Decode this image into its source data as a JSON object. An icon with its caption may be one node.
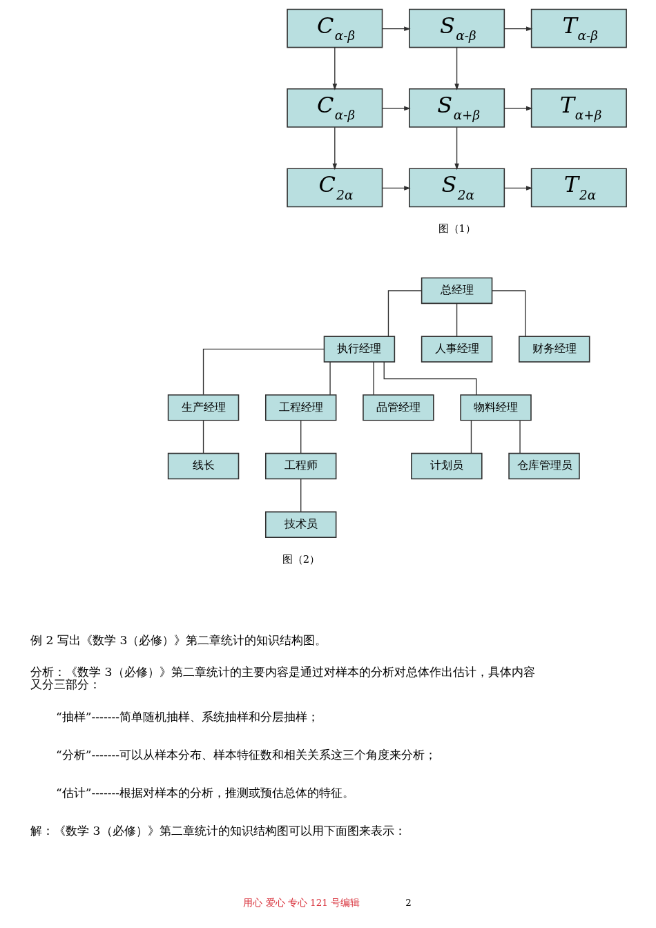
{
  "diagram": {
    "nodes": [
      {
        "text": [
          "C$_{α-β}$"
        ]
      },
      {
        "text": [
          "S$_{α-β}$"
        ]
      },
      {
        "text": [
          "T$_{α-β}$"
        ]
      },
      {
        "text": [
          "C$_{α-β}$"
        ]
      },
      {
        "text": [
          "S$_{α+β}$"
        ]
      },
      {
        "text": [
          "T$_{α+β}$"
        ]
      },
      {
        "text": [
          "C$_{2α}$"
        ]
      },
      {
        "text": [
          "S$_{2α}$"
        ]
      },
      {
        "text": [
          "T$_{2α}$"
        ]
      },
      {
        "text": [
          "总经理"
        ]
      },
      {
        "text": [
          "执行经理"
        ]
      },
      {
        "text": [
          "人事经理"
        ]
      },
      {
        "text": [
          "财务经理"
        ]
      },
      {
        "text": [
          "生产经理"
        ]
      },
      {
        "text": [
          "工程经理"
        ]
      },
      {
        "text": [
          "品管经理"
        ]
      },
      {
        "text": [
          "物料经理"
        ]
      },
      {
        "text": [
          "线长"
        ]
      },
      {
        "text": [
          "工程师"
        ]
      },
      {
        "text": [
          "计划员"
        ]
      },
      {
        "text": [
          "仓库管理员"
        ]
      },
      {
        "text": [
          "技术员"
        ]
      }
    ],
    "edges": [
      {
        "from": 0,
        "to": 1,
        "arrow": "to"
      },
      {
        "from": 1,
        "to": 2,
        "arrow": "to"
      },
      {
        "from": 0,
        "to": 3,
        "arrow": "to"
      },
      {
        "from": 1,
        "to": 4,
        "arrow": "to"
      },
      {
        "from": 3,
        "to": 4,
        "arrow": "to"
      },
      {
        "from": 4,
        "to": 5,
        "arrow": "to"
      },
      {
        "from": 3,
        "to": 6,
        "arrow": "to"
      },
      {
        "from": 4,
        "to": 7,
        "arrow": "to"
      },
      {
        "from": 6,
        "to": 7,
        "arrow": "to"
      },
      {
        "from": 7,
        "to": 8,
        "arrow": "to"
      },
      {
        "from": 9,
        "to": 10,
        "arrow": "none"
      },
      {
        "from": 9,
        "to": 11,
        "arrow": "none"
      },
      {
        "from": 9,
        "to": 12,
        "arrow": "none"
      },
      {
        "from": 10,
        "to": 13,
        "arrow": "none"
      },
      {
        "from": 10,
        "to": 14,
        "arrow": "none"
      },
      {
        "from": 10,
        "to": 15,
        "arrow": "none"
      },
      {
        "from": 10,
        "to": 16,
        "arrow": "none"
      },
      {
        "from": 13,
        "to": 17,
        "arrow": "none"
      },
      {
        "from": 14,
        "to": 18,
        "arrow": "none"
      },
      {
        "from": 18,
        "to": 21,
        "arrow": "none"
      },
      {
        "from": 16,
        "to": 19,
        "arrow": "none"
      },
      {
        "from": 16,
        "to": 20,
        "arrow": "none"
      }
    ],
    "labels": [
      "图（1）",
      "图（2）",
      "例 2 写出《数学 3（必修）》第二章统计的知识结构图。",
      "分析：《数学 3（必修）》第二章统计的主要内容是通过对样本的分析对总体作出估计，具体内容又分三部分：",
      "“抽样”-------简单随机抽样、系统抽样和分层抽样；",
      "“分析”-------可以从样本分布、样本特征数和相关关系这三个角度来分析；",
      "“估计”-------根据对样本的分析，推测或预估总体的特征。",
      "解：《数学 3（必修）》第二章统计的知识结构图可以用下面图来表示：",
      "用心 爱心 专心 121 号编辑",
      "2"
    ]
  }
}
